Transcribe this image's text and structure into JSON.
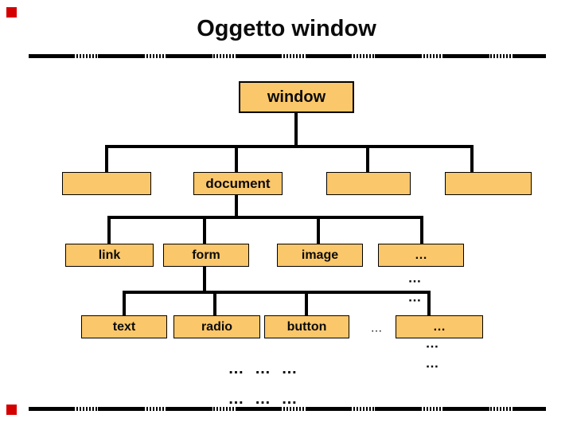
{
  "slide": {
    "title": "Oggetto window"
  },
  "colors": {
    "box_fill": "#fbc76b",
    "box_border": "#000000",
    "line": "#000000",
    "accent_red": "#d40000",
    "background": "#ffffff"
  },
  "tree": {
    "root": "window",
    "level2": {
      "document": "document"
    },
    "level3": {
      "link": "link",
      "form": "form",
      "image": "image",
      "more": "…"
    },
    "level4": {
      "text": "text",
      "radio": "radio",
      "button": "button",
      "more": "…"
    }
  },
  "ellipses": {
    "between_button_and_more": "…",
    "below_level3_more_1": "…",
    "below_level3_more_2": "…",
    "below_level4_more_1": "…",
    "below_level4_more_2": "…",
    "dots_row_1": "… … …",
    "dots_row_2": "… … …"
  }
}
